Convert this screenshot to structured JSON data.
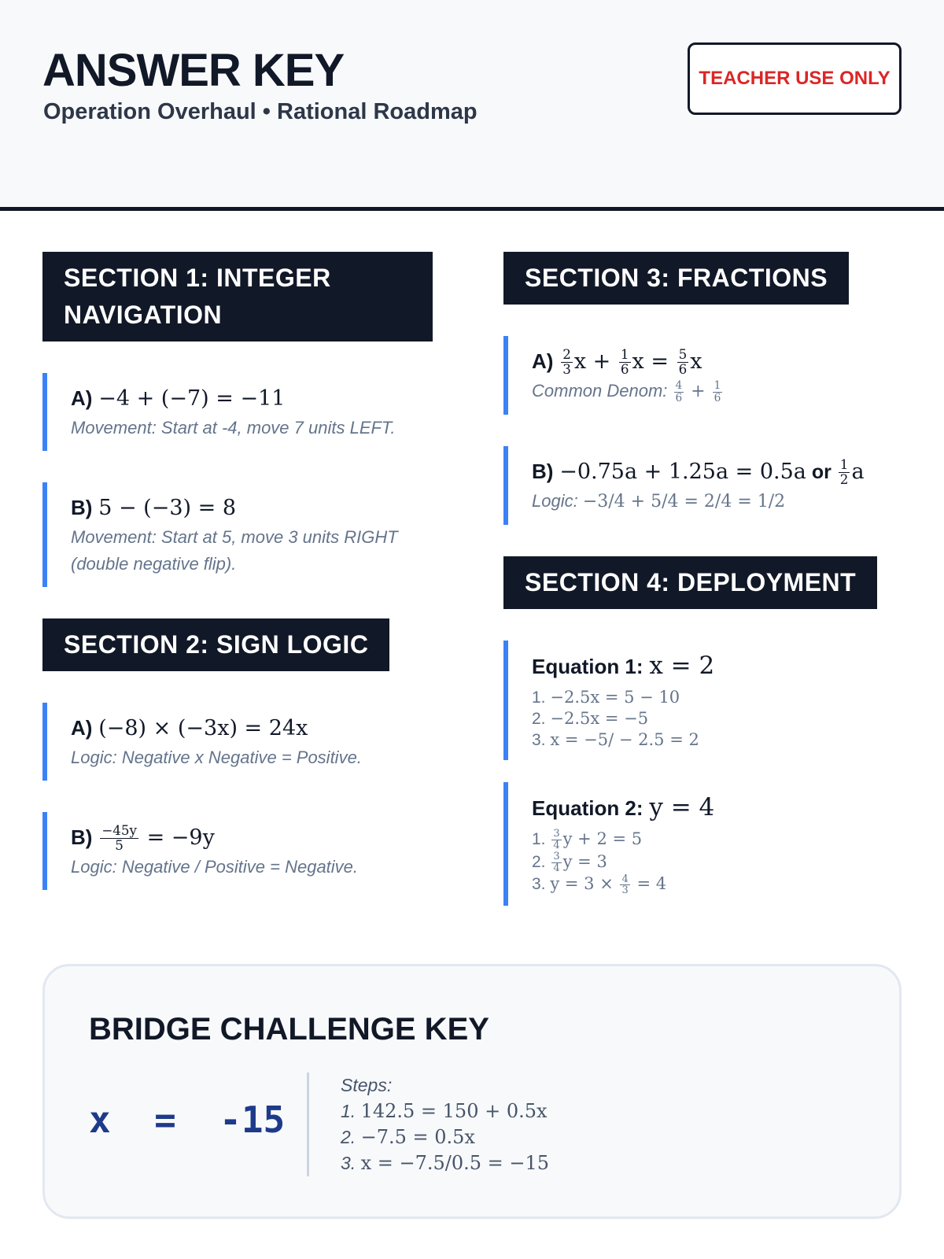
{
  "header": {
    "title": "ANSWER KEY",
    "subtitle": "Operation Overhaul • Rational Roadmap",
    "badge": "TEACHER USE ONLY"
  },
  "sections": [
    {
      "id": "s1",
      "title": "SECTION 1: INTEGER NAVIGATION",
      "items": [
        {
          "label": "A)",
          "math": [
            "−4 + (−7) = −11"
          ],
          "note": [
            "Movement: Start at -4, move 7 units LEFT."
          ]
        },
        {
          "label": "B)",
          "math": [
            "5 − (−3) = 8"
          ],
          "note": [
            "Movement: Start at 5, move 3 units RIGHT (double negative flip)."
          ]
        }
      ]
    },
    {
      "id": "s2",
      "title": "SECTION 2: SIGN LOGIC",
      "items": [
        {
          "label": "A)",
          "math": [
            "(−8) × (−3x) = 24x"
          ],
          "note": [
            "Logic: Negative x Negative = Positive."
          ]
        },
        {
          "label": "B)",
          "math": [
            {
              "n": "−45y",
              "d": "5"
            },
            " = −9y"
          ],
          "note": [
            "Logic: Negative / Positive = Negative."
          ]
        }
      ]
    },
    {
      "id": "s3",
      "title": "SECTION 3: FRACTIONS",
      "items": [
        {
          "label": "A)",
          "math": [
            {
              "n": "2",
              "d": "3"
            },
            "x + ",
            {
              "n": "1",
              "d": "6"
            },
            "x = ",
            {
              "n": "5",
              "d": "6"
            },
            "x"
          ],
          "note": [
            "Common Denom: ",
            {
              "m": [
                {
                  "n": "4",
                  "d": "6"
                },
                " + ",
                {
                  "n": "1",
                  "d": "6"
                }
              ]
            }
          ]
        },
        {
          "label": "B)",
          "math": [
            "−0.75a + 1.25a = 0.5a",
            {
              "t": " or "
            },
            {
              "n": "1",
              "d": "2"
            },
            "a"
          ],
          "note": [
            "Logic: ",
            {
              "m": [
                "−3/4 + 5/4 = 2/4 = 1/2"
              ]
            }
          ]
        }
      ]
    },
    {
      "id": "s4",
      "title": "SECTION 4: DEPLOYMENT",
      "items": [
        {
          "label": "Equation 1:",
          "math": [
            "x = 2"
          ],
          "steps": [
            [
              "1. ",
              {
                "m": [
                  "−2.5x = 5 − 10"
                ]
              }
            ],
            [
              "2. ",
              {
                "m": [
                  "−2.5x = −5"
                ]
              }
            ],
            [
              "3. ",
              {
                "m": [
                  "x = −5/ − 2.5 = 2"
                ]
              }
            ]
          ]
        },
        {
          "label": "Equation 2:",
          "math": [
            "y = 4"
          ],
          "steps": [
            [
              "1. ",
              {
                "m": [
                  {
                    "n": "3",
                    "d": "4"
                  },
                  "y + 2 = 5"
                ]
              }
            ],
            [
              "2. ",
              {
                "m": [
                  {
                    "n": "3",
                    "d": "4"
                  },
                  "y = 3"
                ]
              }
            ],
            [
              "3. ",
              {
                "m": [
                  "y = 3 × ",
                  {
                    "n": "4",
                    "d": "3"
                  },
                  " = 4"
                ]
              }
            ]
          ]
        }
      ]
    }
  ],
  "bridge": {
    "title": "BRIDGE CHALLENGE KEY",
    "answer": "x  =  -15",
    "steps_label": "Steps:",
    "steps": [
      [
        "1. ",
        "142.5 = 150 + 0.5x"
      ],
      [
        "2. ",
        "−7.5 = 0.5x"
      ],
      [
        "3. ",
        "x = −7.5/0.5 = −15"
      ]
    ]
  },
  "colors": {
    "dark": "#111827",
    "accent": "#3b82f6",
    "badge": "#dc2626",
    "answer": "#1e3a8a"
  }
}
